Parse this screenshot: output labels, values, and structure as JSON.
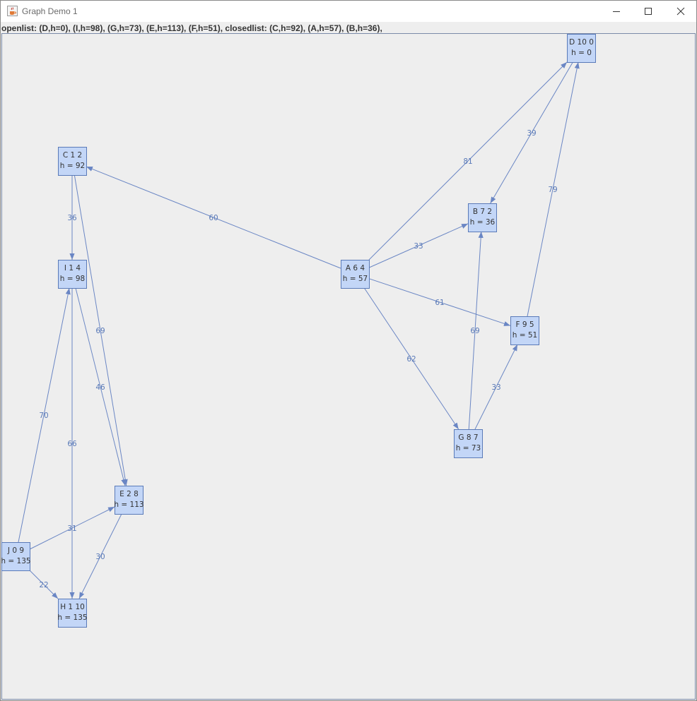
{
  "window": {
    "title": "Graph Demo 1",
    "icon": "java-cup-icon"
  },
  "status": {
    "text": "openlist: (D,h=0), (I,h=98), (G,h=73), (E,h=113), (F,h=51), closedlist: (C,h=92), (A,h=57), (B,h=36),"
  },
  "graph": {
    "nodes": [
      {
        "id": "D",
        "line1": "D 10 0",
        "line2": "h = 0"
      },
      {
        "id": "C",
        "line1": "C 1 2",
        "line2": "h = 92"
      },
      {
        "id": "B",
        "line1": "B 7 2",
        "line2": "h = 36"
      },
      {
        "id": "I",
        "line1": "I 1 4",
        "line2": "h = 98"
      },
      {
        "id": "A",
        "line1": "A 6 4",
        "line2": "h = 57"
      },
      {
        "id": "F",
        "line1": "F 9 5",
        "line2": "h = 51"
      },
      {
        "id": "G",
        "line1": "G 8 7",
        "line2": "h = 73"
      },
      {
        "id": "E",
        "line1": "E 2 8",
        "line2": "h = 113"
      },
      {
        "id": "J",
        "line1": "J 0 9",
        "line2": "h = 135"
      },
      {
        "id": "H",
        "line1": "H 1 10",
        "line2": "h = 135"
      }
    ],
    "edges": [
      {
        "from": "A",
        "to": "C",
        "weight": "60"
      },
      {
        "from": "A",
        "to": "D",
        "weight": "81"
      },
      {
        "from": "A",
        "to": "B",
        "weight": "33"
      },
      {
        "from": "A",
        "to": "F",
        "weight": "61"
      },
      {
        "from": "A",
        "to": "G",
        "weight": "62"
      },
      {
        "from": "D",
        "to": "B",
        "weight": "39"
      },
      {
        "from": "F",
        "to": "D",
        "weight": "79"
      },
      {
        "from": "G",
        "to": "B",
        "weight": "69"
      },
      {
        "from": "G",
        "to": "F",
        "weight": "33"
      },
      {
        "from": "C",
        "to": "I",
        "weight": "36"
      },
      {
        "from": "C",
        "to": "E",
        "weight": "69"
      },
      {
        "from": "I",
        "to": "E",
        "weight": "46"
      },
      {
        "from": "I",
        "to": "H",
        "weight": "66"
      },
      {
        "from": "J",
        "to": "I",
        "weight": "70"
      },
      {
        "from": "J",
        "to": "E",
        "weight": "31"
      },
      {
        "from": "J",
        "to": "H",
        "weight": "22"
      },
      {
        "from": "E",
        "to": "H",
        "weight": "30"
      }
    ]
  }
}
